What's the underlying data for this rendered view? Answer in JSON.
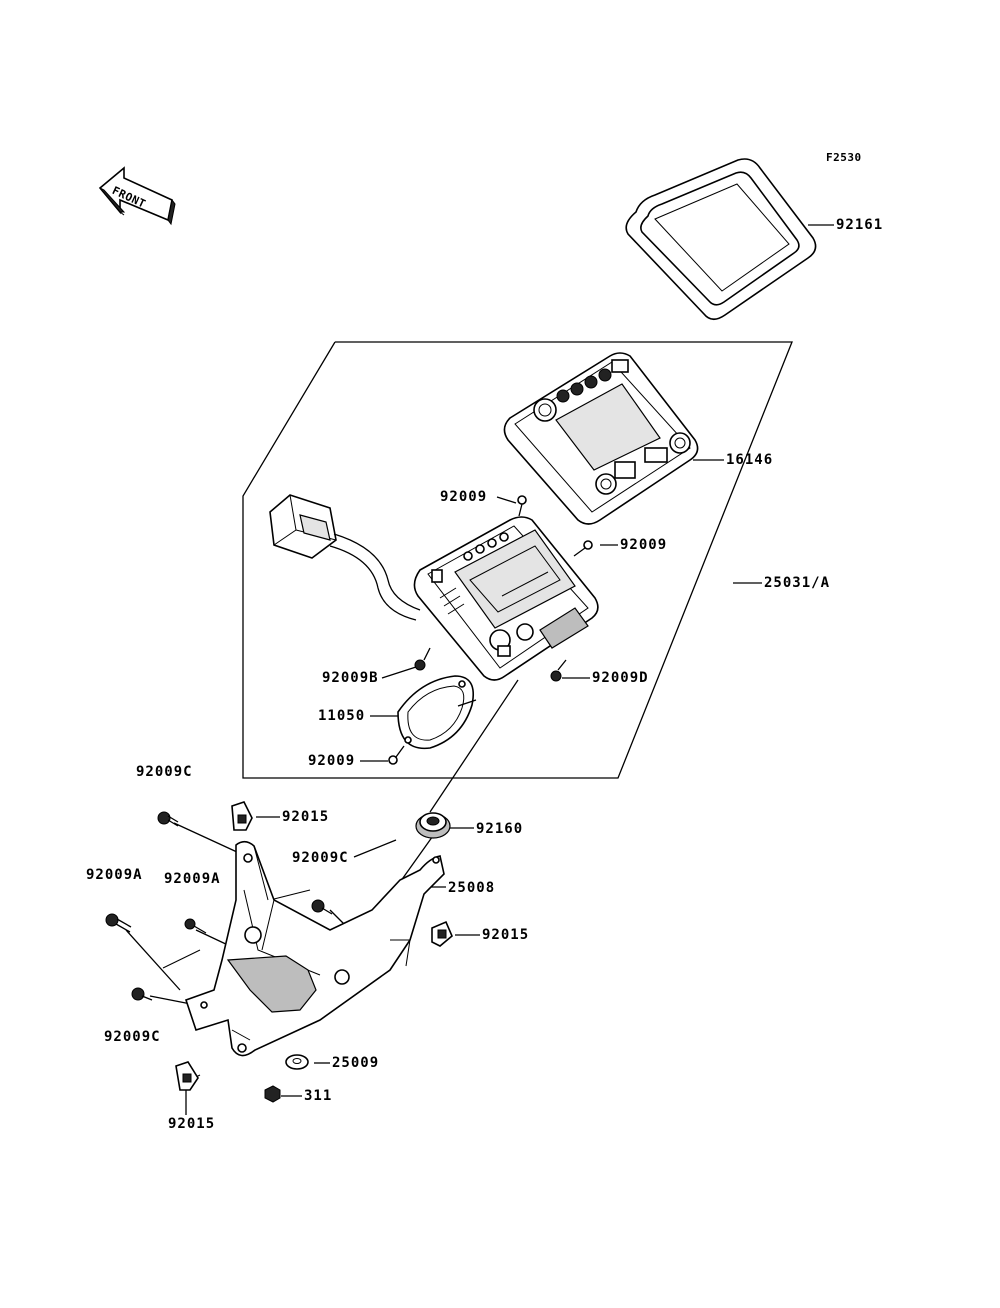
{
  "figure_code": "F2530",
  "direction_label": "FRONT",
  "part_labels": {
    "p92161": "92161",
    "p16146": "16146",
    "p92009_top": "92009",
    "p92009_right": "92009",
    "p25031A": "25031/A",
    "p92009B": "92009B",
    "p92009D": "92009D",
    "p11050": "11050",
    "p92009_low": "92009",
    "p92009C_a": "92009C",
    "p92015_a": "92015",
    "p92160": "92160",
    "p92009C_b": "92009C",
    "p92009A_a": "92009A",
    "p92009A_b": "92009A",
    "p25008": "25008",
    "p92015_b": "92015",
    "p92009C_c": "92009C",
    "p25009": "25009",
    "p311": "311",
    "p92015_c": "92015"
  }
}
